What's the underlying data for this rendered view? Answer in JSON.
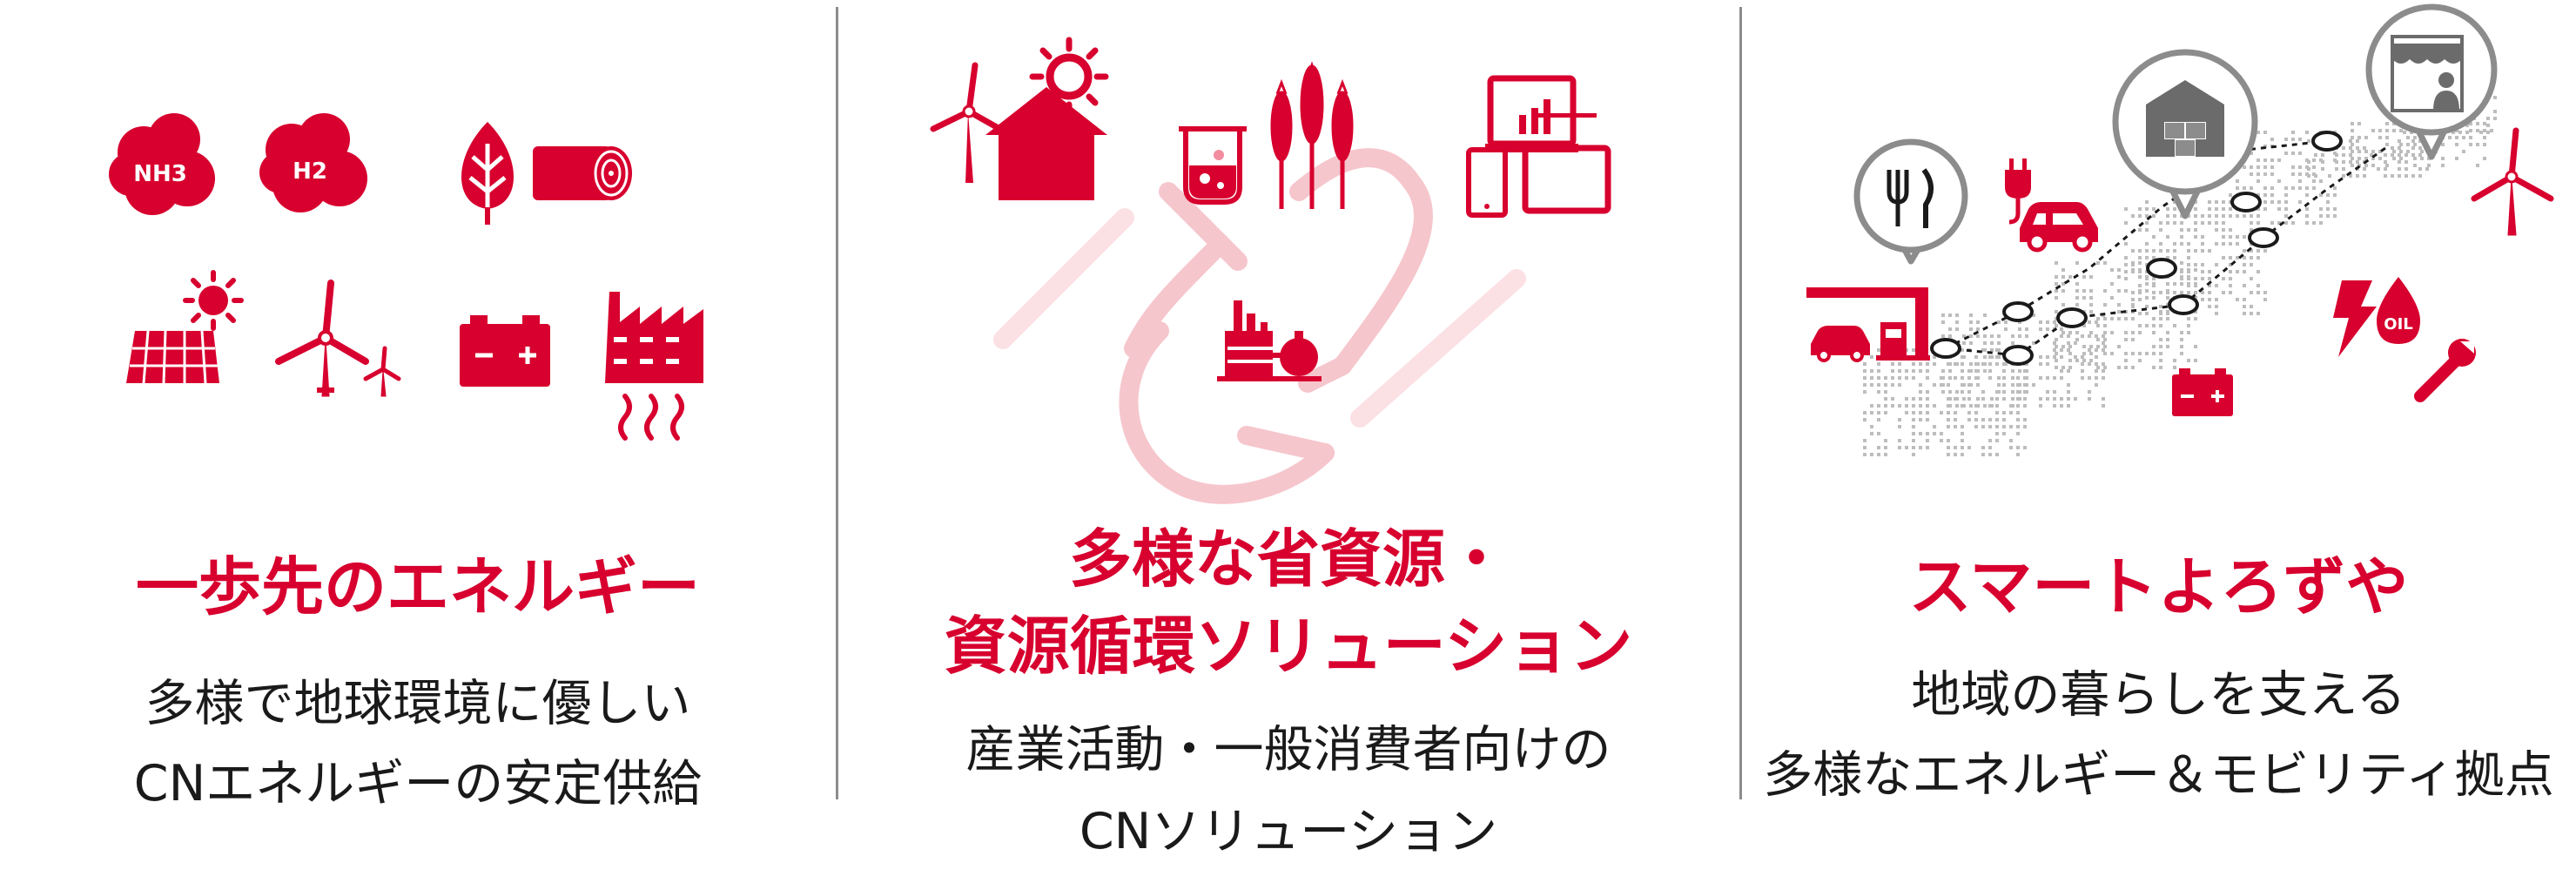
{
  "colors": {
    "accent": "#d7002e",
    "text": "#1a1a1a",
    "divider": "#8c8c8c",
    "map": "#bdbdbd"
  },
  "panels": [
    {
      "heading_lines": [
        "一歩先のエネルギー"
      ],
      "desc_lines": [
        "多様で地球環境に優しい",
        "CNエネルギーの安定供給"
      ],
      "icon_labels": {
        "nh3": "NH3",
        "h2": "H2"
      },
      "icons": [
        "ammonia-cloud-icon",
        "hydrogen-cloud-icon",
        "biomass-leaf-icon",
        "log-icon",
        "solar-panel-icon",
        "wind-turbine-icon",
        "battery-icon",
        "factory-heat-icon"
      ]
    },
    {
      "heading_lines": [
        "多様な省資源・",
        "資源循環ソリューション"
      ],
      "desc_lines": [
        "産業活動・一般消費者向けの",
        "CNソリューション"
      ],
      "icons": [
        "wind-house-icon",
        "sun-icon",
        "beaker-icon",
        "wheat-icon",
        "devices-icon",
        "plant-icon",
        "recycle-arrows-icon"
      ]
    },
    {
      "heading_lines": [
        "スマートよろずや"
      ],
      "desc_lines": [
        "地域の暮らしを支える",
        "多様なエネルギー＆モビリティ拠点"
      ],
      "icon_labels": {
        "oil": "OIL"
      },
      "icons": [
        "restaurant-pin-icon",
        "warehouse-pin-icon",
        "shop-pin-icon",
        "plug-icon",
        "car-icon",
        "gas-station-icon",
        "japan-map-icon",
        "battery-icon",
        "lightning-icon",
        "oil-drop-icon",
        "wrench-icon",
        "wind-turbine-icon"
      ]
    }
  ]
}
